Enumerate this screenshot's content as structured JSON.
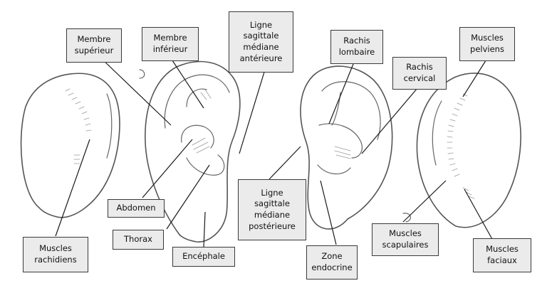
{
  "labels": {
    "membre_superieur": "Membre\nsupérieur",
    "membre_inferieur": "Membre\ninférieur",
    "ligne_anterieure": "Ligne\nsagittale\nmédiane\nantérieure",
    "rachis_lombaire": "Rachis\nlombaire",
    "muscles_pelviens": "Muscles\npelviens",
    "rachis_cervical": "Rachis\ncervical",
    "abdomen": "Abdomen",
    "thorax": "Thorax",
    "encephale": "Encéphale",
    "ligne_posterieure": "Ligne\nsagittale\nmédiane\npostérieure",
    "muscles_scapulaires": "Muscles\nscapulaires",
    "muscles_faciaux": "Muscles\nfaciaux",
    "zone_endocrine": "Zone\nendocrine",
    "muscles_rachidiens": "Muscles\nrachidiens"
  }
}
